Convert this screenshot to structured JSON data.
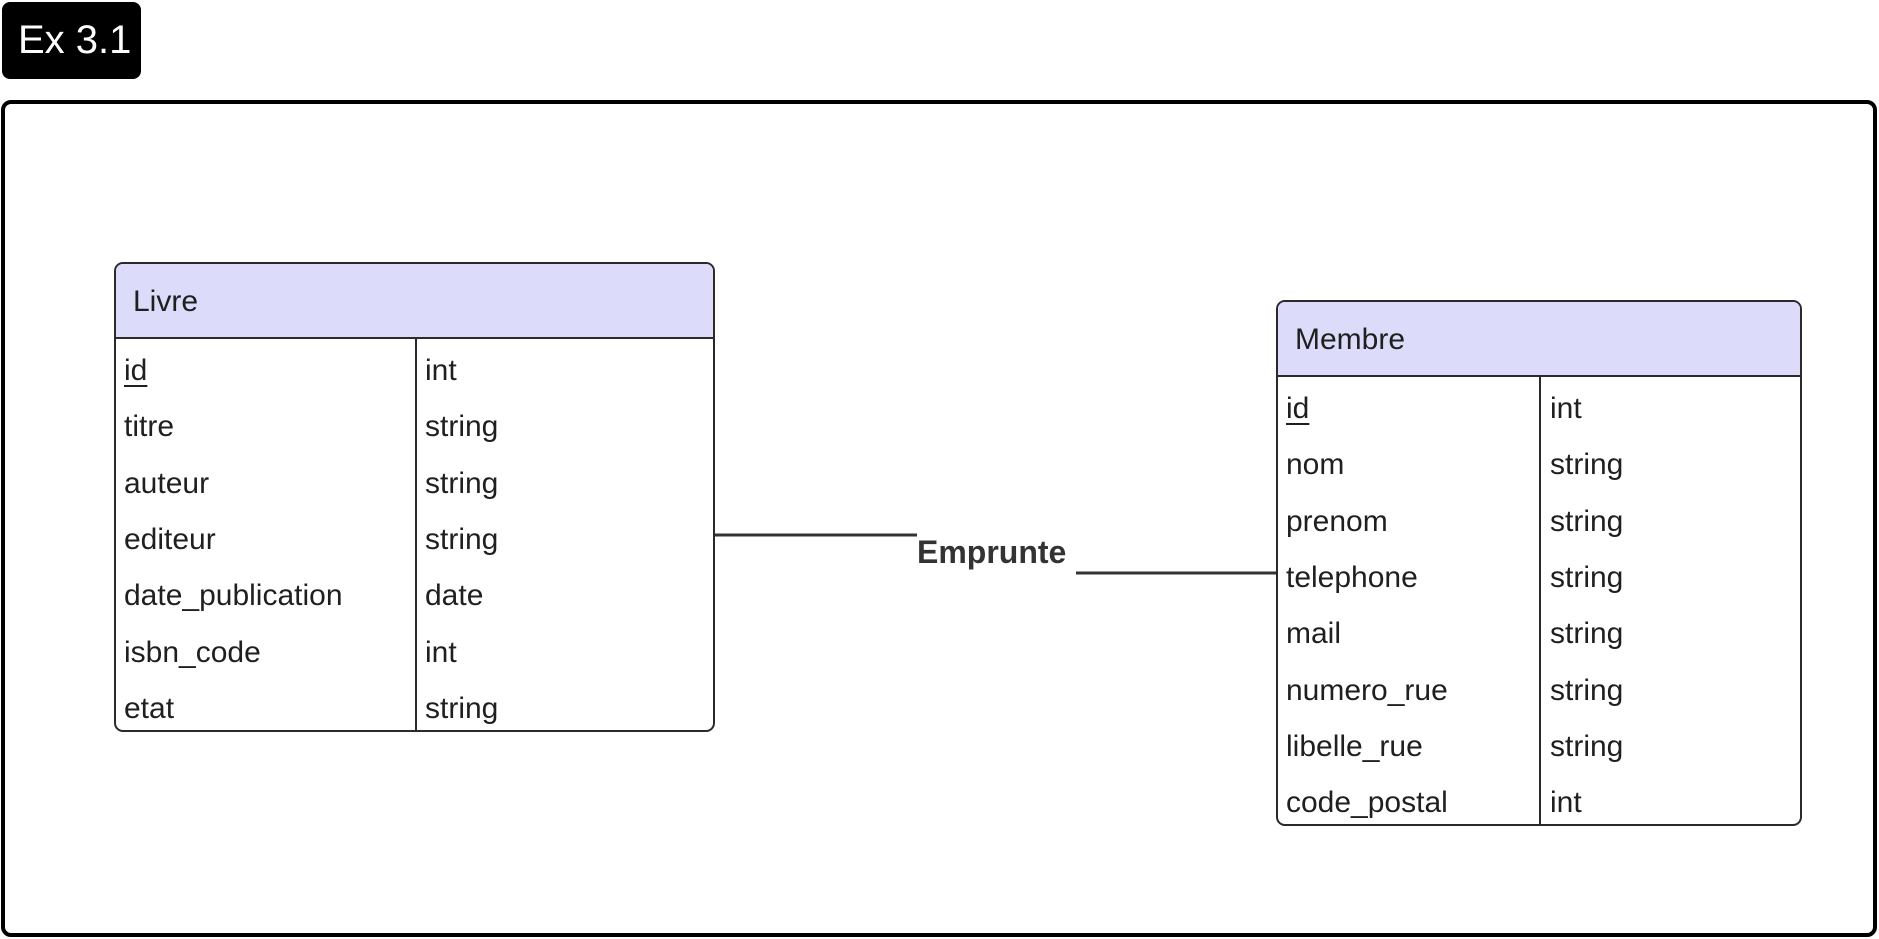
{
  "frame": {
    "tag": "Ex 3.1"
  },
  "entities": {
    "livre": {
      "name": "Livre",
      "attributes": [
        {
          "name": "id",
          "type": "int",
          "pk": true
        },
        {
          "name": "titre",
          "type": "string"
        },
        {
          "name": "auteur",
          "type": "string"
        },
        {
          "name": "editeur",
          "type": "string"
        },
        {
          "name": "date_publication",
          "type": "date"
        },
        {
          "name": "isbn_code",
          "type": "int"
        },
        {
          "name": "etat",
          "type": "string"
        }
      ]
    },
    "membre": {
      "name": "Membre",
      "attributes": [
        {
          "name": "id",
          "type": "int",
          "pk": true
        },
        {
          "name": "nom",
          "type": "string"
        },
        {
          "name": "prenom",
          "type": "string"
        },
        {
          "name": "telephone",
          "type": "string"
        },
        {
          "name": "mail",
          "type": "string"
        },
        {
          "name": "numero_rue",
          "type": "string"
        },
        {
          "name": "libelle_rue",
          "type": "string"
        },
        {
          "name": "code_postal",
          "type": "int"
        }
      ]
    }
  },
  "relationship": {
    "label": "Emprunte"
  },
  "colors": {
    "header": "#dcdcfa",
    "border": "#2a2a2a",
    "line": "#333333"
  }
}
